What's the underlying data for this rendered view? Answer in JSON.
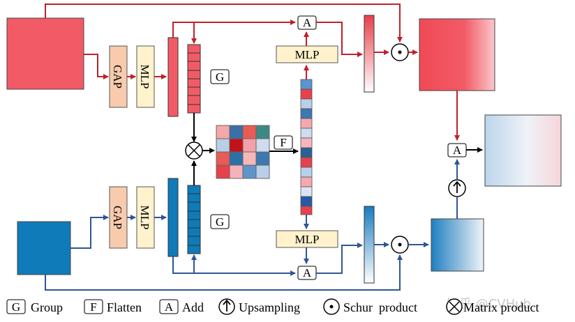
{
  "diagram": {
    "labels": {
      "gap": "GAP",
      "mlp": "MLP",
      "group": "G",
      "flatten": "F",
      "add": "A"
    },
    "legend": {
      "group_key": "G",
      "group_text": "Group",
      "flatten_key": "F",
      "flatten_text": "Flatten",
      "add_key": "A",
      "add_text": "Add",
      "upsampling_text": "Upsampling",
      "schur_text": "Schur  product",
      "matrix_text": "Matrix product"
    },
    "watermark": "知乎 @CVHub",
    "colors": {
      "red": "#d42a2a",
      "blue": "#2f5597",
      "red_fill": "#f25b66",
      "blue_fill": "#0f7bb8",
      "orange_fill": "#f7cbac",
      "yellow_fill": "#fff2cc"
    }
  }
}
